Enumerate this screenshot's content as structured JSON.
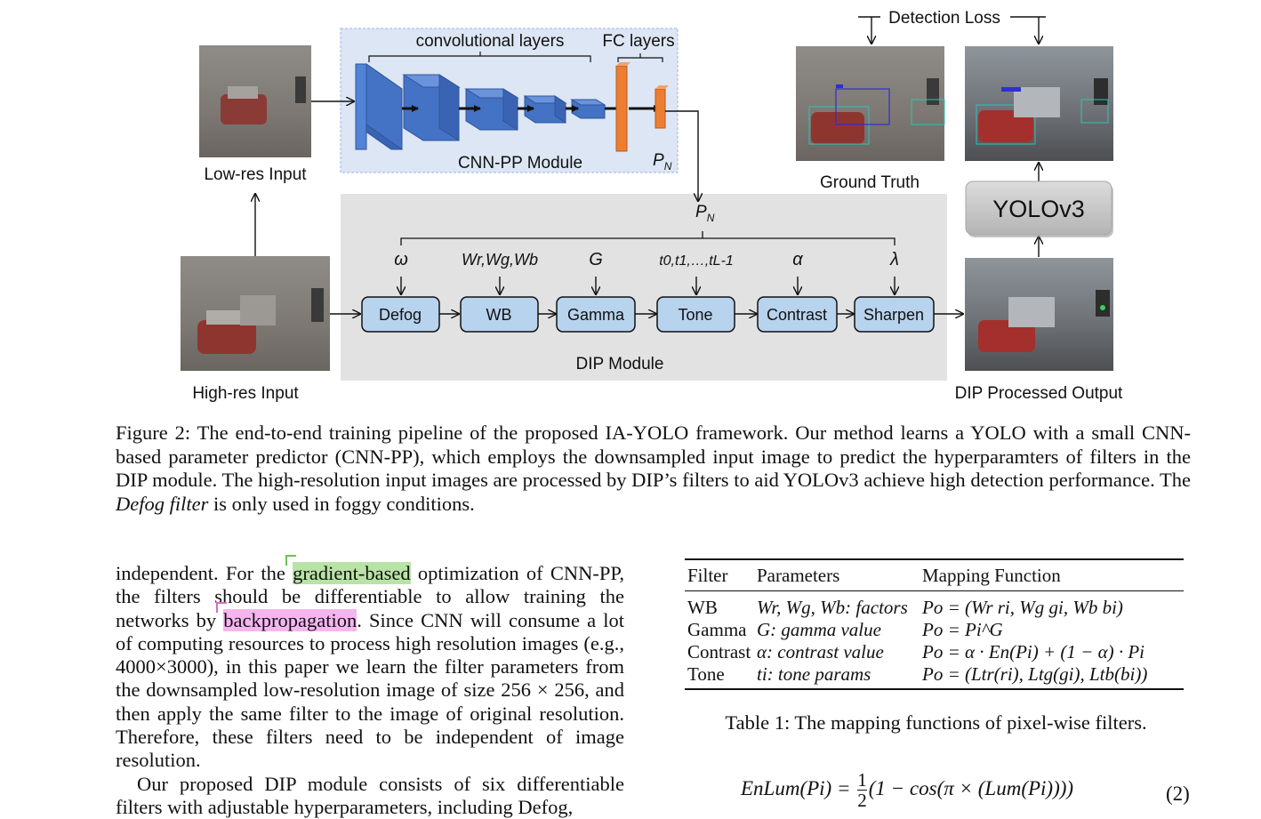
{
  "figure": {
    "labels": {
      "low_res_input": "Low-res Input",
      "high_res_input": "High-res Input",
      "convolutional_layers": "convolutional layers",
      "fc_layers": "FC layers",
      "cnn_pp_module": "CNN-PP Module",
      "pn_top": "P",
      "pn_top_sub": "N",
      "pn_mid": "P",
      "pn_mid_sub": "N",
      "detection_loss": "Detection Loss",
      "ground_truth": "Ground Truth",
      "yolov3": "YOLOv3",
      "dip_module": "DIP Module",
      "dip_output": "DIP Processed Output"
    },
    "params": [
      "ω",
      "Wr,Wg,Wb",
      "G",
      "t0,t1,…,tL-1",
      "α",
      "λ"
    ],
    "filters": [
      "Defog",
      "WB",
      "Gamma",
      "Tone",
      "Contrast",
      "Sharpen"
    ],
    "colors": {
      "cnn_bg": "#dde6f4",
      "dip_bg": "#e2e2e2",
      "conv_blue": "#4472c4",
      "fc_orange": "#ed7d31",
      "filter_box": "#b7d3ee",
      "yolo_box": "#c8c8c8"
    }
  },
  "caption": {
    "part1": "Figure 2: The end-to-end training pipeline of the proposed IA-YOLO framework. Our method learns a YOLO with a small CNN-based parameter predictor (CNN-PP), which employs the downsampled input image to predict the hyperparamters of filters in the DIP module. The high-resolution input images are processed by DIP’s filters to aid YOLOv3 achieve high detection performance. The ",
    "emph": "Defog filter",
    "part2": " is only used in foggy conditions."
  },
  "body": {
    "p1_a": "independent. For the ",
    "p1_hl1": "gradient-based",
    "p1_b": " optimization of CNN-PP, the filters should be differentiable to allow training the networks by ",
    "p1_hl2": "backpropagation",
    "p1_c": ". Since CNN will consume a lot of computing resources to process high resolution images (e.g., 4000×3000), in this paper we learn the filter parameters from the downsampled low-resolution image of size 256 × 256, and then apply the same filter to the image of original resolution. Therefore, these filters need to be independent of image resolution.",
    "p2": "Our proposed DIP module consists of six differentiable filters with adjustable hyperparameters, including Defog,"
  },
  "table": {
    "headers": [
      "Filter",
      "Parameters",
      "Mapping Function"
    ],
    "rows": [
      {
        "filter": "WB",
        "params": "Wr, Wg, Wb: factors",
        "mapping": "Po = (Wr ri, Wg gi, Wb bi)"
      },
      {
        "filter": "Gamma",
        "params": "G: gamma value",
        "mapping": "Po = Pi^G"
      },
      {
        "filter": "Contrast",
        "params": "α: contrast value",
        "mapping": "Po = α · En(Pi) + (1 − α) · Pi"
      },
      {
        "filter": "Tone",
        "params": "ti: tone params",
        "mapping": "Po = (Ltr(ri), Ltg(gi), Ltb(bi))"
      }
    ],
    "caption": "Table 1: The mapping functions of pixel-wise filters."
  },
  "equation": {
    "lhs": "EnLum(Pi) =",
    "numerator": "1",
    "denominator": "2",
    "rhs": "(1 − cos(π × (Lum(Pi))))",
    "number": "(2)"
  }
}
